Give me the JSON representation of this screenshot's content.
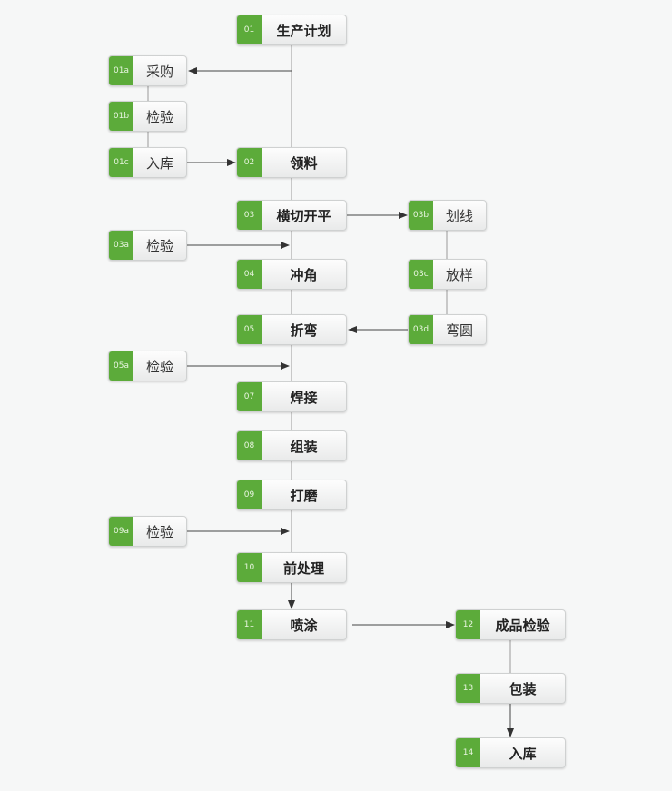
{
  "nodes": {
    "n01": {
      "num": "01",
      "label": "生产计划"
    },
    "n01a": {
      "num": "01a",
      "label": "采购"
    },
    "n01b": {
      "num": "01b",
      "label": "检验"
    },
    "n01c": {
      "num": "01c",
      "label": "入库"
    },
    "n02": {
      "num": "02",
      "label": "领料"
    },
    "n03": {
      "num": "03",
      "label": "横切开平"
    },
    "n03a": {
      "num": "03a",
      "label": "检验"
    },
    "n03b": {
      "num": "03b",
      "label": "划线"
    },
    "n03c": {
      "num": "03c",
      "label": "放样"
    },
    "n03d": {
      "num": "03d",
      "label": "弯圆"
    },
    "n04": {
      "num": "04",
      "label": "冲角"
    },
    "n05": {
      "num": "05",
      "label": "折弯"
    },
    "n05a": {
      "num": "05a",
      "label": "检验"
    },
    "n07": {
      "num": "07",
      "label": "焊接"
    },
    "n08": {
      "num": "08",
      "label": "组装"
    },
    "n09": {
      "num": "09",
      "label": "打磨"
    },
    "n09a": {
      "num": "09a",
      "label": "检验"
    },
    "n10": {
      "num": "10",
      "label": "前处理"
    },
    "n11": {
      "num": "11",
      "label": "喷涂"
    },
    "n12": {
      "num": "12",
      "label": "成品检验"
    },
    "n13": {
      "num": "13",
      "label": "包装"
    },
    "n14": {
      "num": "14",
      "label": "入库"
    }
  },
  "colors": {
    "badge": "#5cab3a",
    "line": "#999999",
    "arrow": "#333333"
  }
}
